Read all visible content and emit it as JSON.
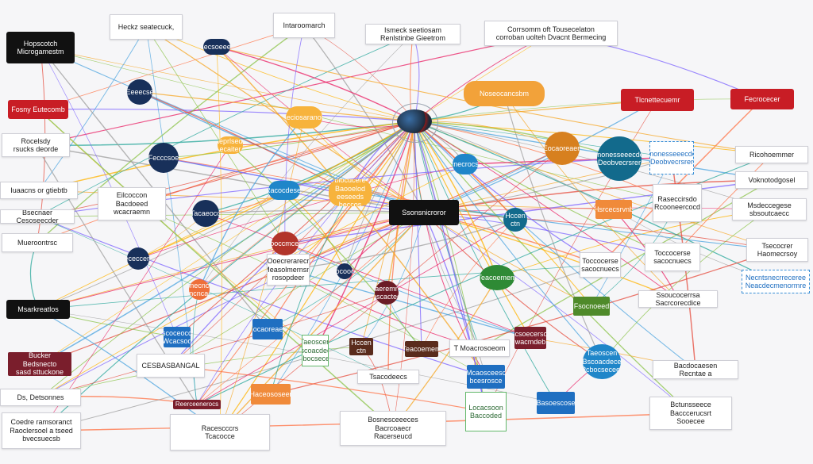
{
  "colors": {
    "navy": "#18305a",
    "orange": "#f2a23a",
    "red": "#c81d25",
    "blue": "#1f6fc1",
    "green": "#2e8a35",
    "black": "#111111",
    "edge_palette": [
      "#f5a623",
      "#4aa3df",
      "#e64a3b",
      "#8bc34a",
      "#7b61ff",
      "#ff7043",
      "#26a69a",
      "#9e9e9e",
      "#e91e63",
      "#ffb300"
    ]
  },
  "diagram": {
    "hub_icon": "globe-icon",
    "nodes": [
      {
        "id": "n1",
        "label": "Hopscotch\nMicrogamestm"
      },
      {
        "id": "n2",
        "label": "Heckz seatecuck,"
      },
      {
        "id": "n3",
        "label": "Intaroomarch"
      },
      {
        "id": "n4",
        "label": "Ismeck seetiosam\nRenlstinbe Gieetrom"
      },
      {
        "id": "n5",
        "label": "Corrsomm oft Tousecelaton\ncorroban uolteh Dvacnt Bermecing"
      },
      {
        "id": "n6",
        "label": "Fosny Eutecomb"
      },
      {
        "id": "n7",
        "label": "Rocelsdy\nrsucks deorde"
      },
      {
        "id": "n8",
        "label": "Iuaacns or gtiebtb"
      },
      {
        "id": "n9",
        "label": "Bsecnaer Cesoseecder"
      },
      {
        "id": "n10",
        "label": "Mueroontrsc"
      },
      {
        "id": "n11",
        "label": "Msarkreatlos"
      },
      {
        "id": "n12",
        "label": "Bucker Bedsnecto\nsasd sttuckone"
      },
      {
        "id": "n13",
        "label": "CESBASBANGAL"
      },
      {
        "id": "n14",
        "label": "Ds, Detsonnes"
      },
      {
        "id": "n15",
        "label": "Coedre ramsoranct\nRaoclersoel a tseed\nbvecsuecsb"
      },
      {
        "id": "n16",
        "label": "Bossceocted Beccodorm\nsuaeprlsedore ecaiter\nBatsceecesrd Heocceptomet"
      },
      {
        "id": "n17",
        "label": "Haeciosaranoble"
      },
      {
        "id": "n18",
        "label": "Foepa cocrersed blocucere\nBaooelod eeseeds\nbeccos tuepr rofcecocn"
      },
      {
        "id": "n19",
        "label": "Ooecrerarecr\nMeasolmernsm\nrosopdeer"
      },
      {
        "id": "n20",
        "label": "Tlcnettecuemr"
      },
      {
        "id": "n21",
        "label": "Eilcoccon\nBacdoeed\nwcacraemn"
      },
      {
        "id": "n22",
        "label": "Fecrocecer"
      },
      {
        "id": "n23",
        "label": "Bnonesseeecder\nDeobvecrsrer"
      },
      {
        "id": "n24",
        "label": "Tlcnecrocsed"
      },
      {
        "id": "n25",
        "label": "Ssonsnicroror"
      },
      {
        "id": "n26",
        "label": "Raseccirsdo\nRcooneercocd"
      },
      {
        "id": "n27",
        "label": "Toccocerse\nsacocnuecs"
      },
      {
        "id": "n28",
        "label": "Ricohoemmer"
      },
      {
        "id": "n29",
        "label": "Voknotodgosel"
      },
      {
        "id": "n30",
        "label": "Msdeccegese\nsbsoutcaecc"
      },
      {
        "id": "n31",
        "label": "Tsecocrer\nHaomecrsoy"
      },
      {
        "id": "n32",
        "label": "Necntsnecrreceree\nNeacdecmenormre"
      },
      {
        "id": "n33",
        "label": "Ssoucocerrsa\nSacrcorecdice"
      },
      {
        "id": "n34",
        "label": "Bacdocaesen\nRecntae a"
      },
      {
        "id": "n35",
        "label": "Noseocancsbm"
      },
      {
        "id": "n36",
        "label": "Bctunsseece\nBacccerucsrt\nSooecee"
      },
      {
        "id": "n37",
        "label": "Hsrcecsrvnb"
      },
      {
        "id": "n38",
        "label": "Fsocnoeed"
      },
      {
        "id": "n39",
        "label": "Tscoceoccd\nWcacsod"
      },
      {
        "id": "n40",
        "label": "Eocaoreaen"
      },
      {
        "id": "n41",
        "label": "Hccen ctn"
      },
      {
        "id": "n42",
        "label": "Teacoemem"
      },
      {
        "id": "n43",
        "label": "Taeoscen\nBscoacdece\nPcbocseceer"
      },
      {
        "id": "n44",
        "label": "Racsoecersocd\nwacmdeb"
      },
      {
        "id": "n45",
        "label": "Mcaosceesc\nbcesrosce"
      },
      {
        "id": "n46",
        "label": "Haceososeer"
      },
      {
        "id": "n47",
        "label": "Tsacodeecs"
      },
      {
        "id": "n48",
        "label": "Locacsoon\nBaccoded"
      },
      {
        "id": "n49",
        "label": "Basoescose"
      },
      {
        "id": "n50",
        "label": "T Moacrosoeom"
      },
      {
        "id": "n51",
        "label": "Racescccrs\nTcacocce"
      },
      {
        "id": "n52",
        "label": "Bosnesceeeces\nBacrcoaecr\nRacerseucd"
      },
      {
        "id": "n53",
        "label": "Becsoeeec"
      },
      {
        "id": "n54",
        "label": "Eeeecse"
      },
      {
        "id": "n55",
        "label": "Fecccsoe"
      },
      {
        "id": "n56",
        "label": "Tacaeoco"
      },
      {
        "id": "n57",
        "label": "Bececceme"
      },
      {
        "id": "n58",
        "label": "Nooccmcenr"
      },
      {
        "id": "n59",
        "label": "Tgsnecnccee\nWncncaen"
      },
      {
        "id": "n60",
        "label": "Kaocooced"
      },
      {
        "id": "n61",
        "label": "Bcoaeremnced\nTcoscacteccd"
      },
      {
        "id": "n62",
        "label": "Reerceenerocs"
      },
      {
        "id": "n63",
        "label": "Racocdeser"
      }
    ]
  }
}
